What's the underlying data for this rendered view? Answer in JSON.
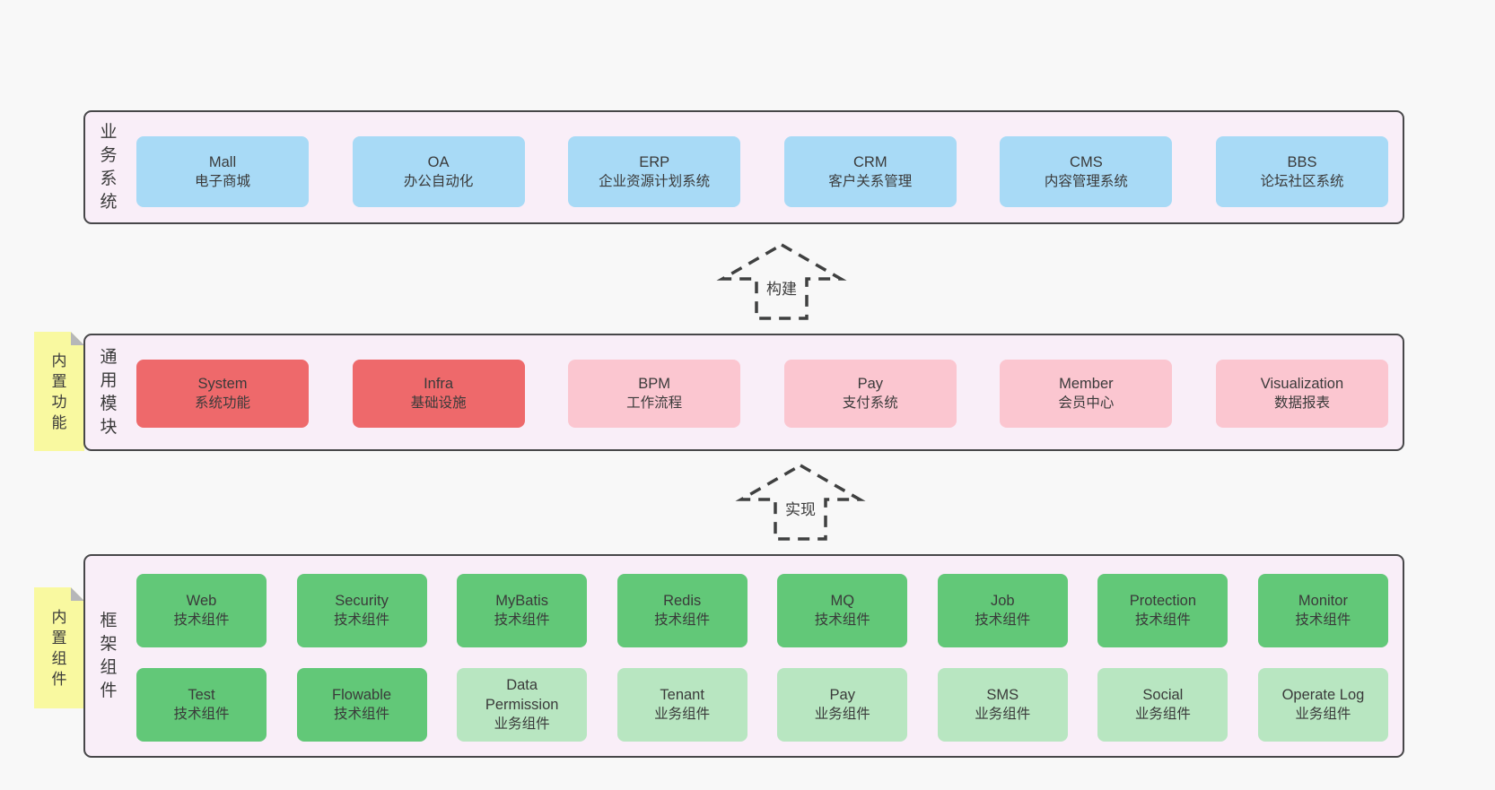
{
  "background": "#f8f8f8",
  "colors": {
    "panel-bg": "#f9eef8",
    "panel-border": "#474749",
    "node-blue": "#a8daf6",
    "node-red": "#ee696b",
    "node-pink": "#fbc6d0",
    "node-green": "#62c878",
    "node-lightgreen": "#b8e6c1",
    "note-bg": "#f9f9a0",
    "note-fold": "#b6b7b9",
    "text": "#3a3a3a",
    "arrow": "#3f4040"
  },
  "layers": [
    {
      "id": "business-systems",
      "label": "业务系统",
      "boxes": [
        {
          "name": "Mall",
          "desc": "电子商城",
          "variant": "blue"
        },
        {
          "name": "OA",
          "desc": "办公自动化",
          "variant": "blue"
        },
        {
          "name": "ERP",
          "desc": "企业资源计划系统",
          "variant": "blue"
        },
        {
          "name": "CRM",
          "desc": "客户关系管理",
          "variant": "blue"
        },
        {
          "name": "CMS",
          "desc": "内容管理系统",
          "variant": "blue"
        },
        {
          "name": "BBS",
          "desc": "论坛社区系统",
          "variant": "blue"
        }
      ]
    },
    {
      "id": "common-modules",
      "label": "通用模块",
      "note": "内置功能",
      "boxes": [
        {
          "name": "System",
          "desc": "系统功能",
          "variant": "red"
        },
        {
          "name": "Infra",
          "desc": "基础设施",
          "variant": "red"
        },
        {
          "name": "BPM",
          "desc": "工作流程",
          "variant": "pink"
        },
        {
          "name": "Pay",
          "desc": "支付系统",
          "variant": "pink"
        },
        {
          "name": "Member",
          "desc": "会员中心",
          "variant": "pink"
        },
        {
          "name": "Visualization",
          "desc": "数据报表",
          "variant": "pink"
        }
      ]
    },
    {
      "id": "framework-components",
      "label": "框架组件",
      "note": "内置组件",
      "rows": [
        [
          {
            "name": "Web",
            "desc": "技术组件",
            "variant": "green"
          },
          {
            "name": "Security",
            "desc": "技术组件",
            "variant": "green"
          },
          {
            "name": "MyBatis",
            "desc": "技术组件",
            "variant": "green"
          },
          {
            "name": "Redis",
            "desc": "技术组件",
            "variant": "green"
          },
          {
            "name": "MQ",
            "desc": "技术组件",
            "variant": "green"
          },
          {
            "name": "Job",
            "desc": "技术组件",
            "variant": "green"
          },
          {
            "name": "Protection",
            "desc": "技术组件",
            "variant": "green"
          },
          {
            "name": "Monitor",
            "desc": "技术组件",
            "variant": "green"
          }
        ],
        [
          {
            "name": "Test",
            "desc": "技术组件",
            "variant": "green"
          },
          {
            "name": "Flowable",
            "desc": "技术组件",
            "variant": "green"
          },
          {
            "name": "Data Permission",
            "desc": "业务组件",
            "variant": "lightgreen"
          },
          {
            "name": "Tenant",
            "desc": "业务组件",
            "variant": "lightgreen"
          },
          {
            "name": "Pay",
            "desc": "业务组件",
            "variant": "lightgreen"
          },
          {
            "name": "SMS",
            "desc": "业务组件",
            "variant": "lightgreen"
          },
          {
            "name": "Social",
            "desc": "业务组件",
            "variant": "lightgreen"
          },
          {
            "name": "Operate Log",
            "desc": "业务组件",
            "variant": "lightgreen"
          }
        ]
      ]
    }
  ],
  "arrows": [
    {
      "label": "构建"
    },
    {
      "label": "实现"
    }
  ]
}
